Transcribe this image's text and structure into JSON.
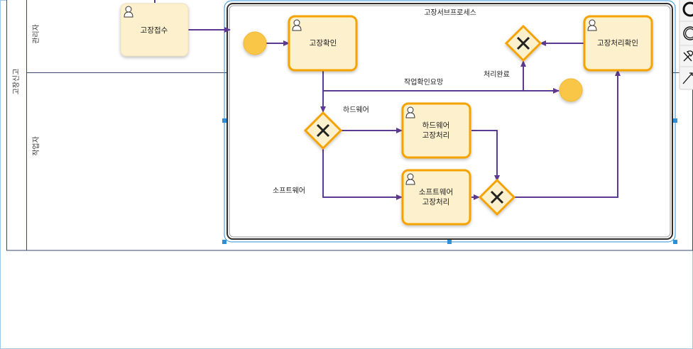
{
  "pool": {
    "label": "고장신고"
  },
  "lanes": [
    {
      "label": "관리자"
    },
    {
      "label": "작업자"
    }
  ],
  "subprocess": {
    "label": "고장서브프로세스"
  },
  "tasks": {
    "receive": {
      "label": "고장접수"
    },
    "confirm": {
      "label": "고장확인"
    },
    "hardware": {
      "line1": "하드웨어",
      "line2": "고장처리"
    },
    "software": {
      "line1": "소프트웨어",
      "line2": "고장처리"
    },
    "process_confirm": {
      "label": "고장처리확인"
    }
  },
  "edge_labels": {
    "hardware": "하드웨어",
    "software": "소프트웨어",
    "request_confirm": "작업확인요망",
    "completed": "처리완료"
  },
  "palette_icons": [
    "end-event-icon",
    "intermediate-event-icon",
    "tools-icon",
    "connect-tool-icon"
  ],
  "colors": {
    "task_fill": "#fdf0cc",
    "task_stroke": "#f5a300",
    "event_fill": "#f9c646",
    "flow": "#5d3a91",
    "lane_line": "#3b4a6b",
    "selection": "#2f8fd6"
  }
}
